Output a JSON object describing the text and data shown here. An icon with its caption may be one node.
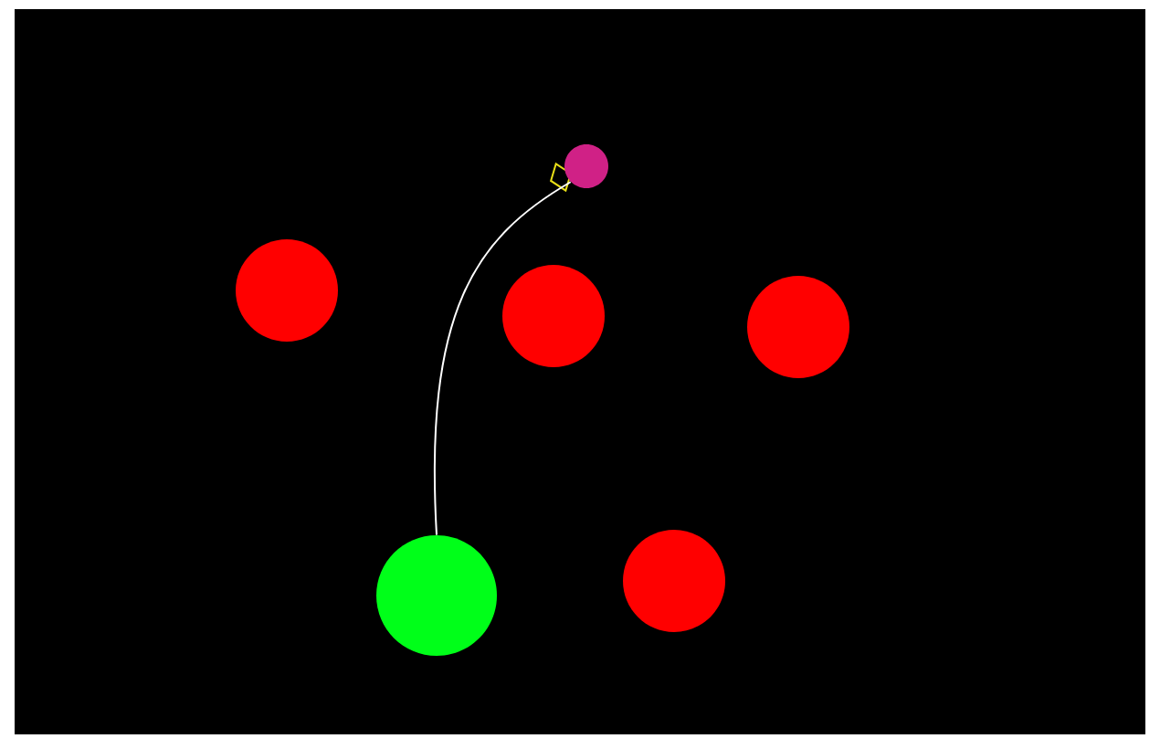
{
  "diagram": {
    "nodes": [
      {
        "text": [],
        "shape": "diamond"
      },
      {
        "text": [],
        "shape": "circle"
      },
      {
        "text": [],
        "shape": "circle"
      },
      {
        "text": [],
        "shape": "circle"
      },
      {
        "text": [],
        "shape": "circle"
      },
      {
        "text": [],
        "shape": "circle"
      },
      {
        "text": [],
        "shape": "circle"
      }
    ],
    "edges": [
      {
        "from": 5,
        "to": 1,
        "arrow": "none"
      }
    ]
  }
}
